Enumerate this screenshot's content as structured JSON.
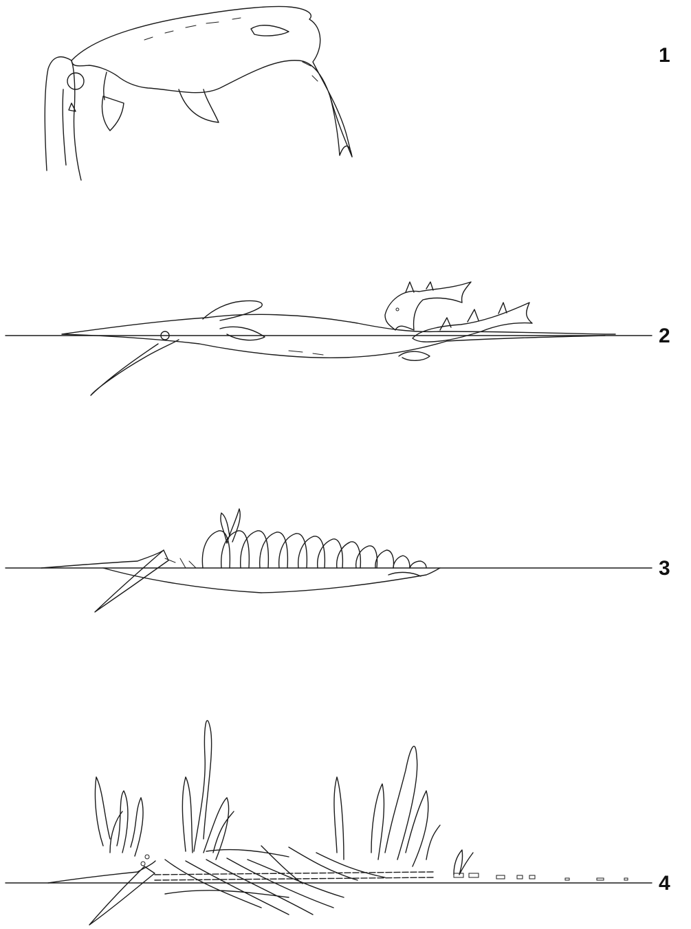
{
  "stages": [
    {
      "label": "1"
    },
    {
      "label": "2"
    },
    {
      "label": "3"
    },
    {
      "label": "4"
    }
  ]
}
